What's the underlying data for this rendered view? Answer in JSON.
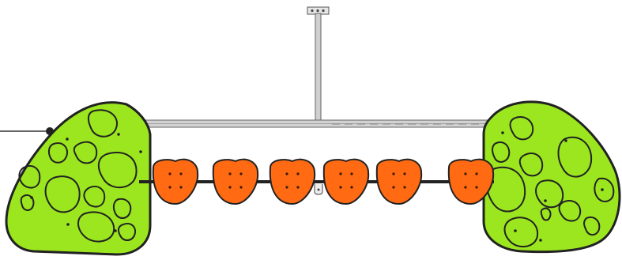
{
  "drawing": {
    "colors": {
      "panel_fill": "#9be61f",
      "step_fill": "#ff6a12",
      "outline": "#222222",
      "metal": "#c8c8c8",
      "metal_dark": "#8a8a8a",
      "background": "#ffffff"
    },
    "components": {
      "left_panel": "climbing-panel",
      "right_panel": "climbing-panel",
      "steps": [
        "step",
        "step",
        "step",
        "step",
        "step",
        "step"
      ],
      "top_post": "hanging-post",
      "top_bar": "horizontal-bar",
      "rope": "cable"
    }
  }
}
